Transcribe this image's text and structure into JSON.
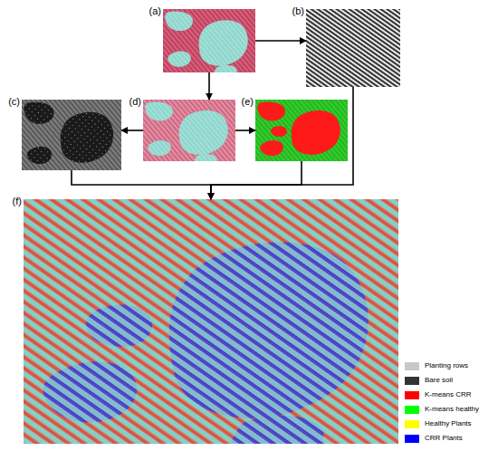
{
  "diagram": {
    "nodes": [
      {
        "text": [
          "(a)"
        ]
      },
      {
        "text": [
          "(b)"
        ]
      },
      {
        "text": [
          "(c)"
        ]
      },
      {
        "text": [
          "(d)"
        ]
      },
      {
        "text": [
          "(e)"
        ]
      },
      {
        "text": [
          "(f)"
        ]
      }
    ],
    "edges": [
      {
        "from": 0,
        "to": 1,
        "arrow": "to"
      },
      {
        "from": 0,
        "to": 3,
        "arrow": "to"
      },
      {
        "from": 3,
        "to": 2,
        "arrow": "to"
      },
      {
        "from": 3,
        "to": 4,
        "arrow": "to"
      },
      {
        "from": 2,
        "to": 5,
        "arrow": "to"
      },
      {
        "from": 4,
        "to": 5,
        "arrow": "to"
      },
      {
        "from": 1,
        "to": 5,
        "arrow": "to"
      }
    ],
    "legend": [
      {
        "text": "Planting rows",
        "color": "#c8c8c8"
      },
      {
        "text": "Bare soil",
        "color": "#333333"
      },
      {
        "text": "K-means CRR",
        "color": "#ff0000"
      },
      {
        "text": "K-means healthy",
        "color": "#00ff00"
      },
      {
        "text": "Healthy Plants",
        "color": "#ffff00"
      },
      {
        "text": "CRR Plants",
        "color": "#0000ff"
      }
    ]
  }
}
